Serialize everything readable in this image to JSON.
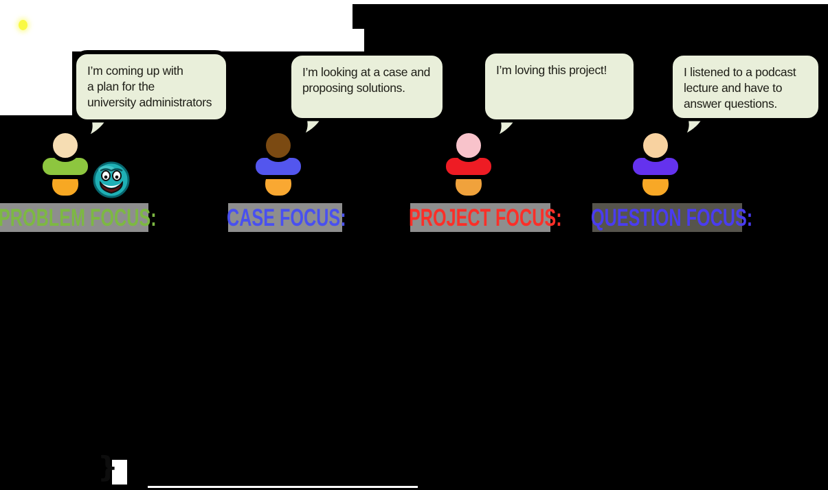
{
  "colors": {
    "background": "#ffffff",
    "ink_black": "#000000",
    "bubble_fill": "#e9efda",
    "bubble_border": "#000000",
    "bubble_text": "#1d1d16",
    "band_gray": "#8e8e8e",
    "band_gray_dark": "#56544c",
    "base_orange": "#f7a62a",
    "smiley_body": "#1fb0b5",
    "smiley_rim": "#07666e",
    "sparkle_yellow": "#f9f943"
  },
  "students": [
    {
      "id": "problem",
      "bubble_lines": [
        "I’m coming up with",
        "a plan for the",
        "university administrators"
      ],
      "head_color": "#f6ddb3",
      "shirt_color": "#8dc63f",
      "base_color": "#f7a823",
      "label": {
        "text": "PROBLEM FOCUS:",
        "text_color": "#7db843",
        "band_color": "#8e8e8e"
      }
    },
    {
      "id": "case",
      "bubble_lines": [
        "I’m looking at a case and",
        "proposing solutions."
      ],
      "head_color": "#7b4a12",
      "shirt_color": "#5356ee",
      "base_color": "#f9a832",
      "label": {
        "text": "CASE FOCUS:",
        "text_color": "#4950ef",
        "band_color": "#8e8e8e"
      }
    },
    {
      "id": "project",
      "bubble_lines": [
        "I’m loving this project!"
      ],
      "head_color": "#f8c3cb",
      "shirt_color": "#ee1c24",
      "base_color": "#f0a23c",
      "label": {
        "text": "PROJECT FOCUS:",
        "text_color": "#fb2f28",
        "band_color": "#8e8e8e"
      }
    },
    {
      "id": "question",
      "bubble_lines": [
        "I listened to a podcast",
        "lecture and have to",
        "answer questions."
      ],
      "head_color": "#f8d2a0",
      "shirt_color": "#6432ee",
      "base_color": "#f8a826",
      "label": {
        "text": "QUESTION FOCUS:",
        "text_color": "#4a3cf0",
        "band_color": "#56544c"
      }
    }
  ],
  "footer": {
    "brace": "}"
  }
}
